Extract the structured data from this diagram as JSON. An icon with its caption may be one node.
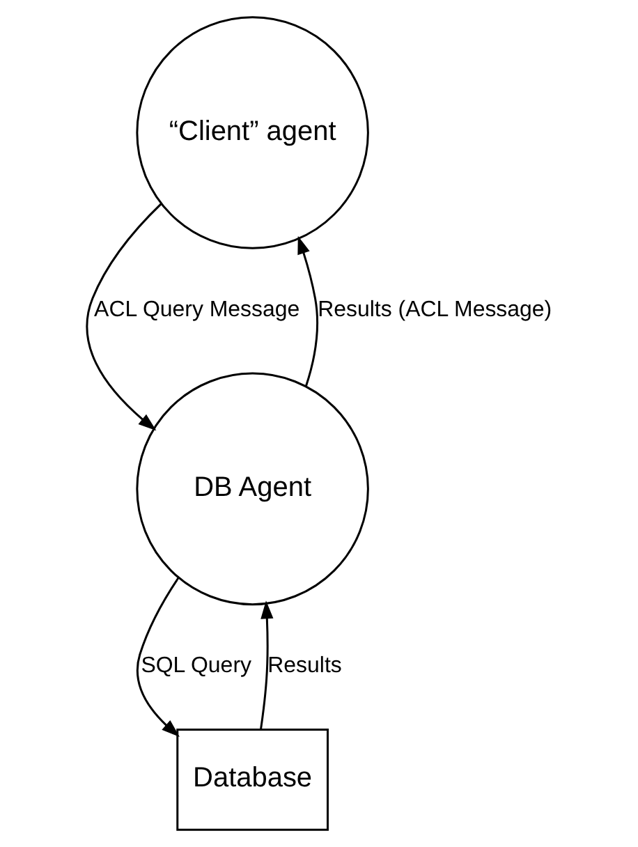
{
  "diagram": {
    "nodes": [
      {
        "text": [
          "“Client” agent"
        ]
      },
      {
        "text": [
          "DB Agent"
        ]
      },
      {
        "text": [
          "Database"
        ]
      }
    ],
    "edges": [
      {
        "from": 0,
        "to": 1,
        "arrow": "to",
        "label": "ACL Query Message"
      },
      {
        "from": 1,
        "to": 0,
        "arrow": "to",
        "label": "Results (ACL Message)"
      },
      {
        "from": 1,
        "to": 2,
        "arrow": "to",
        "label": "SQL Query"
      },
      {
        "from": 2,
        "to": 1,
        "arrow": "to",
        "label": "Results"
      }
    ]
  }
}
